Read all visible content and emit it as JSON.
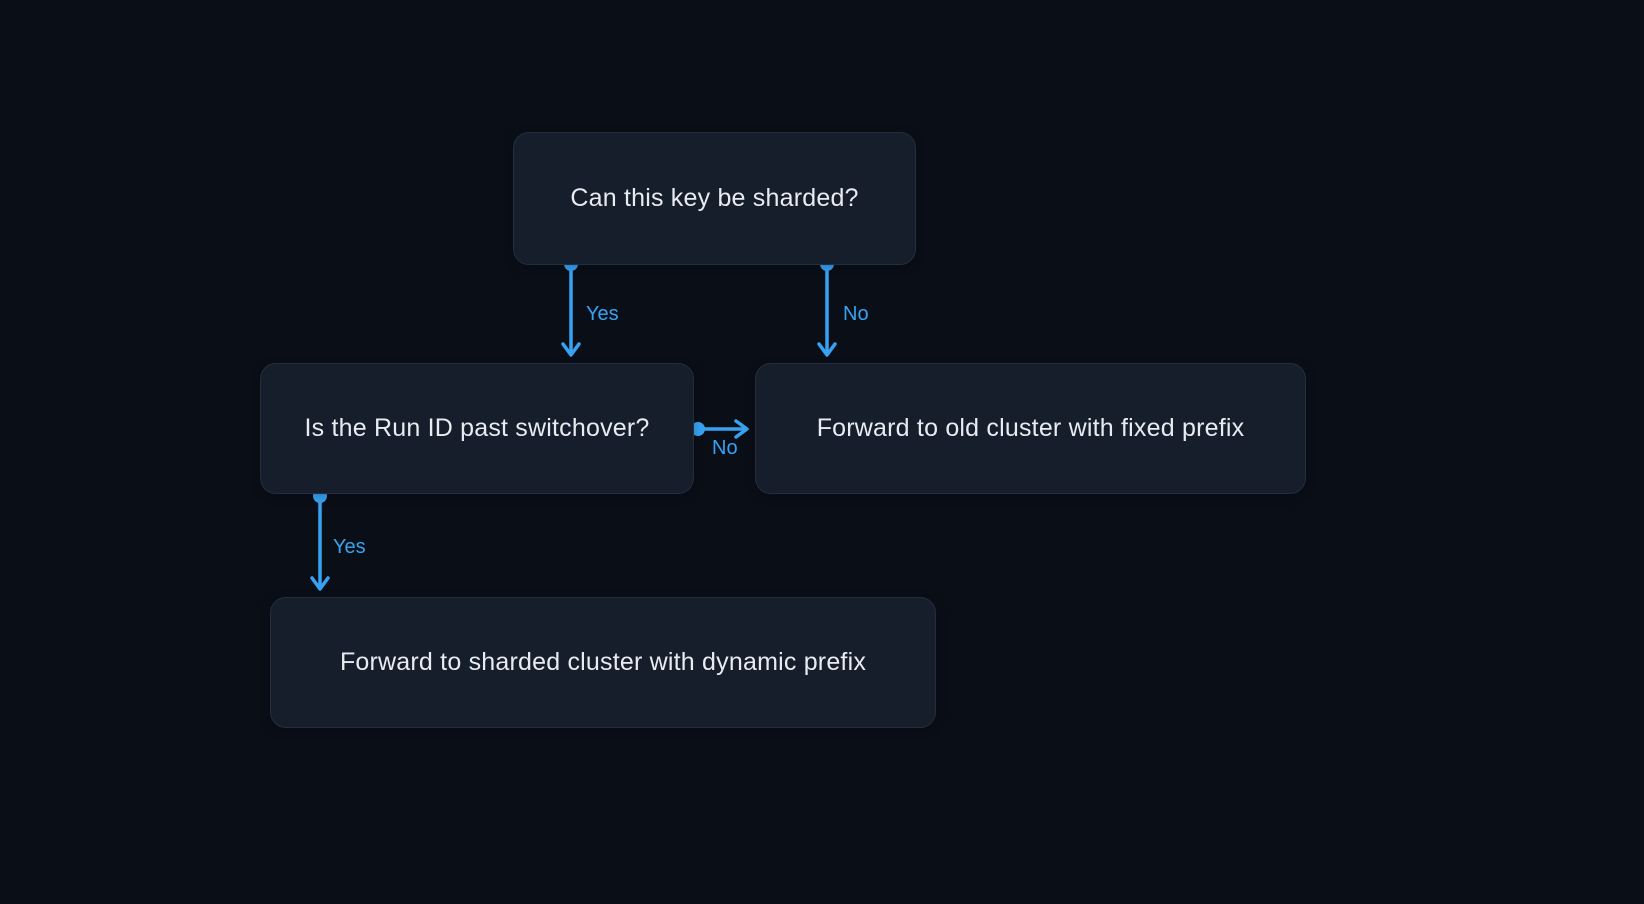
{
  "diagram": {
    "type": "flowchart",
    "colors": {
      "bg": "#0a0e17",
      "node-fill": "#161d2b",
      "node-border": "#252e3e",
      "text": "#e8ebf0",
      "arrow": "#38a2f2"
    },
    "nodes": [
      {
        "id": "can-shard",
        "label": "Can this key be sharded?"
      },
      {
        "id": "past-switchover",
        "label": "Is the Run ID past switchover?"
      },
      {
        "id": "old-cluster",
        "label": "Forward to old cluster with fixed prefix"
      },
      {
        "id": "sharded-cluster",
        "label": "Forward to sharded cluster with dynamic prefix"
      }
    ],
    "edges": [
      {
        "from": "can-shard",
        "to": "past-switchover",
        "label": "Yes"
      },
      {
        "from": "can-shard",
        "to": "old-cluster",
        "label": "No"
      },
      {
        "from": "past-switchover",
        "to": "old-cluster",
        "label": "No"
      },
      {
        "from": "past-switchover",
        "to": "sharded-cluster",
        "label": "Yes"
      }
    ]
  }
}
